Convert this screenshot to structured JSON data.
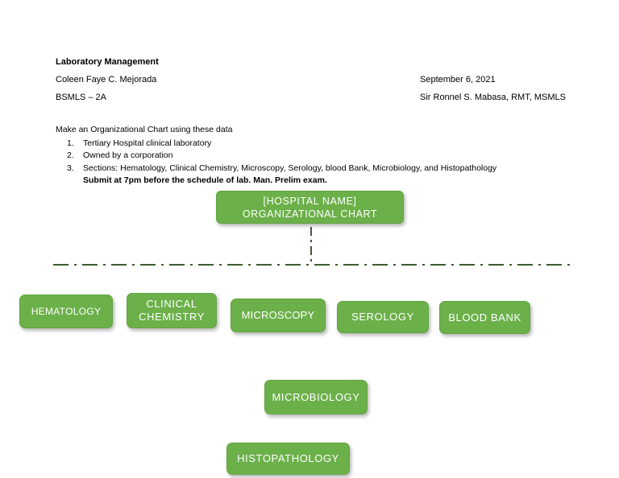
{
  "header": {
    "course_title": "Laboratory Management",
    "student_name": "Coleen Faye C. Mejorada",
    "section": "BSMLS – 2A",
    "date": "September 6, 2021",
    "instructor": "Sir Ronnel S. Mabasa, RMT, MSMLS"
  },
  "instructions": {
    "lead": "Make an Organizational Chart using these data",
    "items": [
      {
        "number": "1.",
        "text": "Tertiary Hospital clinical laboratory"
      },
      {
        "number": "2.",
        "text": "Owned by a corporation"
      },
      {
        "number": "3.",
        "text": "Sections: Hematology, Clinical Chemistry, Microscopy, Serology, blood Bank, Microbiology, and Histopathology"
      }
    ],
    "submission_note": "Submit at 7pm before the schedule of lab. Man. Prelim exam."
  },
  "org_chart": {
    "root": {
      "label": "[HOSPITAL NAME] ORGANIZATIONAL CHART"
    },
    "sections": [
      {
        "id": "hematology",
        "label": "HEMATOLOGY"
      },
      {
        "id": "clinical-chemistry",
        "label": "CLINICAL CHEMISTRY"
      },
      {
        "id": "microscopy",
        "label": "MICROSCOPY"
      },
      {
        "id": "serology",
        "label": "SEROLOGY"
      },
      {
        "id": "blood-bank",
        "label": "BLOOD BANK"
      },
      {
        "id": "microbiology",
        "label": "MICROBIOLOGY"
      },
      {
        "id": "histopathology",
        "label": "HISTOPATHOLOGY"
      }
    ],
    "colors": {
      "node_fill": "#6cb04a",
      "node_border": "#62a442",
      "node_text": "#ffffff",
      "connector": "#3c5c31"
    },
    "connector_style": "dash-dot"
  }
}
